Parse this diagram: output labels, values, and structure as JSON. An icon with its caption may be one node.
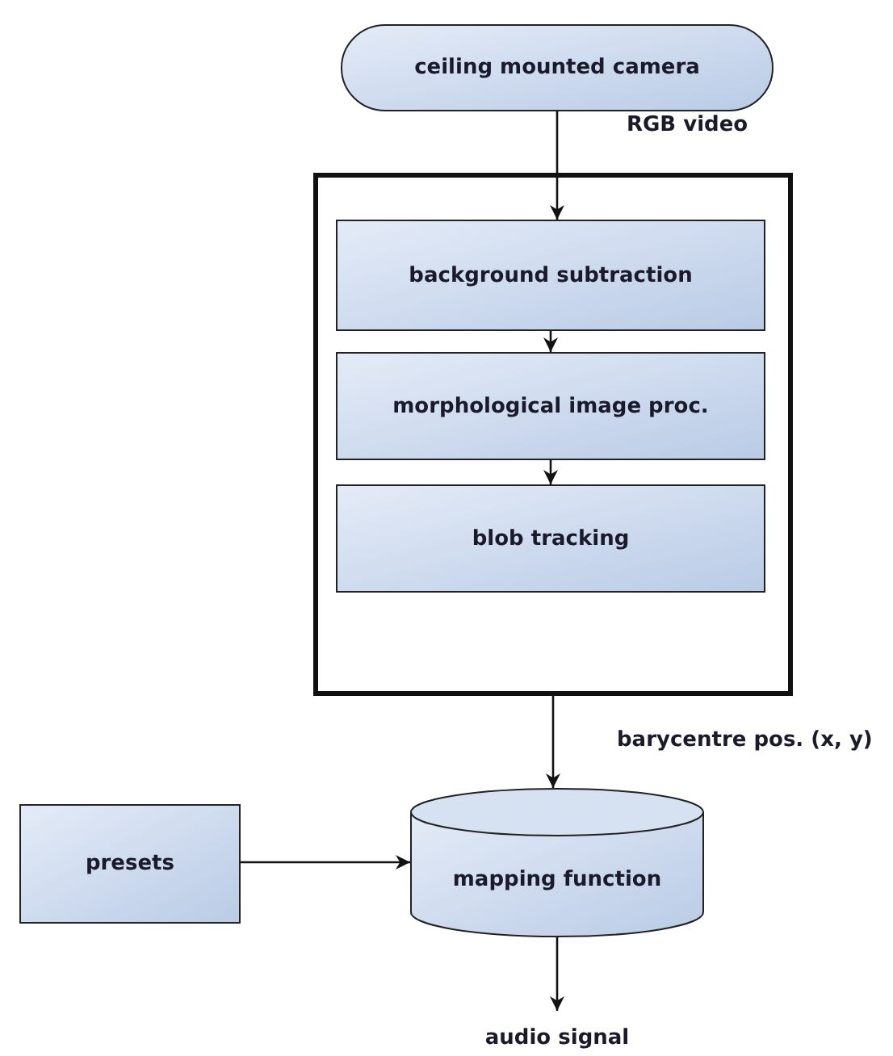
{
  "diagram": {
    "nodes": [
      {
        "text": [
          "ceiling mounted camera"
        ]
      },
      {
        "text": [],
        "shape": "box"
      },
      {
        "text": [
          "background subtraction"
        ],
        "in": 1
      },
      {
        "text": [
          "morphological image proc."
        ],
        "in": 1
      },
      {
        "text": [
          "blob tracking"
        ],
        "in": 1
      },
      {
        "text": [
          "presets"
        ]
      },
      {
        "text": [
          "mapping function"
        ]
      },
      {
        "text": [
          "audio signal"
        ]
      }
    ],
    "edges": [
      {
        "from": 0,
        "to": 2,
        "arrow": "to"
      },
      {
        "from": 2,
        "to": 3,
        "arrow": "to"
      },
      {
        "from": 3,
        "to": 4,
        "arrow": "to"
      },
      {
        "from": 1,
        "to": 6,
        "arrow": "to"
      },
      {
        "from": 5,
        "to": 6,
        "arrow": "to"
      },
      {
        "from": 6,
        "to": 7,
        "arrow": "to"
      }
    ],
    "labels": [
      "RGB video",
      "barycentre pos. (x, y)"
    ]
  }
}
